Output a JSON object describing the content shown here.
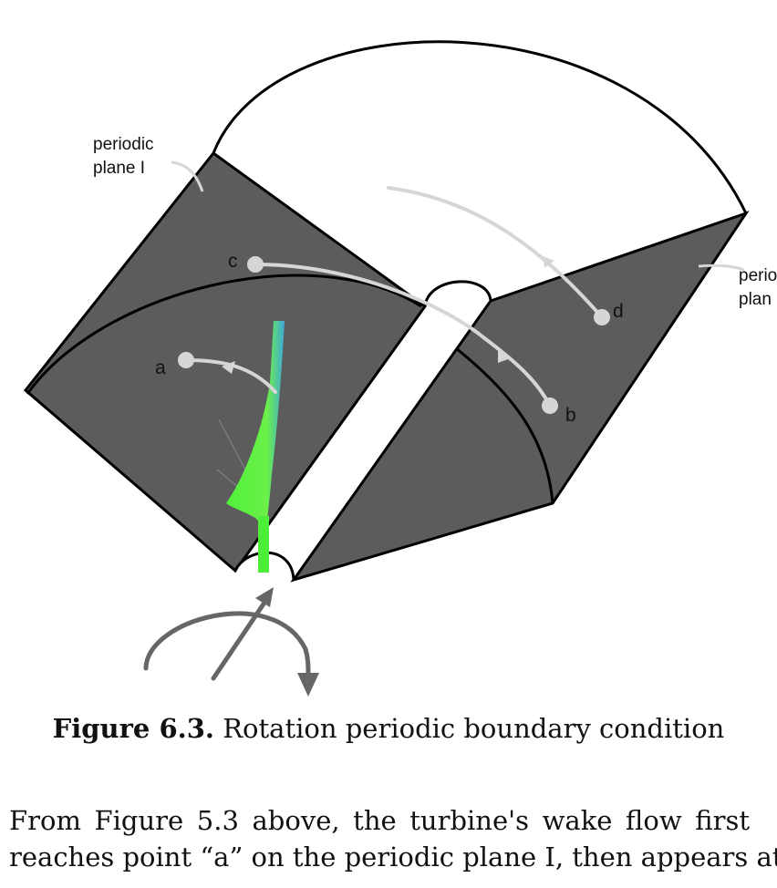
{
  "figure": {
    "labels": {
      "plane_1": [
        "periodic",
        "plane I"
      ],
      "plane_2": [
        "perio",
        "plan"
      ],
      "points": {
        "a": "a",
        "b": "b",
        "c": "c",
        "d": "d"
      }
    }
  },
  "caption": {
    "number": "Figure 6.3.",
    "text": " Rotation periodic boundary condition"
  },
  "body": {
    "lines": [
      "From Figure 5.3 above, the turbine's wake flow first",
      "reaches point “a” on the periodic plane I, then appears at"
    ]
  },
  "colors": {
    "plane": "#5c5c5c",
    "blade_green": "#55ee33",
    "blade_blue": "#44aadd",
    "streamline": "#d6d6d6",
    "outline": "#000000",
    "rotation_arrow": "#666666"
  }
}
